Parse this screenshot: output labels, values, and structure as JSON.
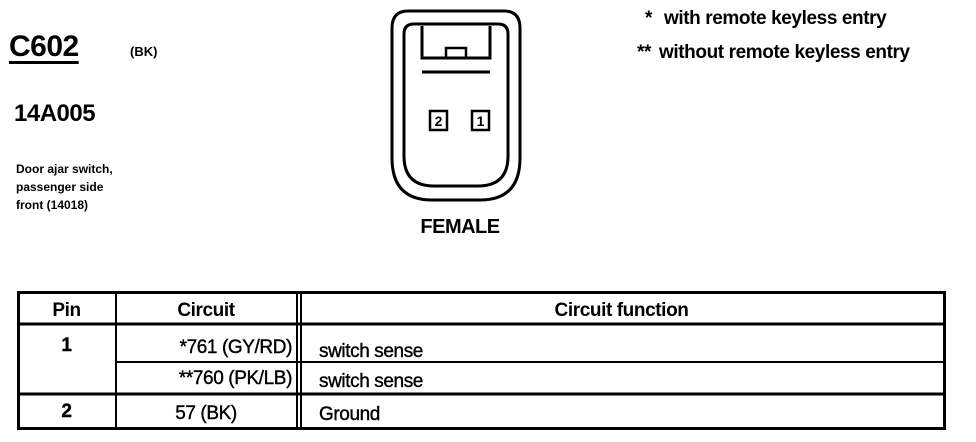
{
  "connector": {
    "id": "C602",
    "color": "(BK)",
    "part_number": "14A005",
    "description": [
      "Door ajar switch,",
      "passenger side",
      "front (14018)"
    ],
    "gender": "FEMALE",
    "pins": [
      "2",
      "1"
    ]
  },
  "legend": [
    {
      "mark": "*",
      "text": "with remote keyless entry"
    },
    {
      "mark": "**",
      "text": "without remote keyless entry"
    }
  ],
  "table": {
    "headers": {
      "pin": "Pin",
      "circuit": "Circuit",
      "function": "Circuit function"
    },
    "rows": [
      {
        "pin": "1",
        "circuit": "*761 (GY/RD)",
        "function": "switch sense"
      },
      {
        "pin": "",
        "circuit": "**760 (PK/LB)",
        "function": "switch sense"
      },
      {
        "pin": "2",
        "circuit": "57 (BK)",
        "function": "Ground"
      }
    ]
  }
}
